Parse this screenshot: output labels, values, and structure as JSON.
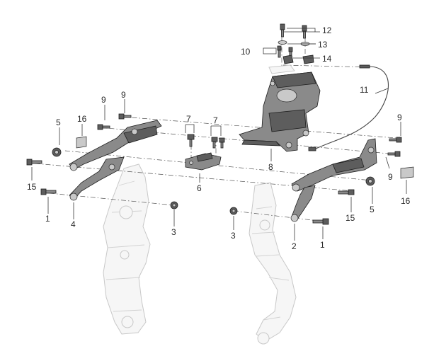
{
  "callouts": [
    {
      "id": "c12",
      "text": "12"
    },
    {
      "id": "c13",
      "text": "13"
    },
    {
      "id": "c10",
      "text": "10"
    },
    {
      "id": "c14",
      "text": "14"
    },
    {
      "id": "c11",
      "text": "11"
    },
    {
      "id": "c9a",
      "text": "9"
    },
    {
      "id": "c9b",
      "text": "9"
    },
    {
      "id": "c16a",
      "text": "16"
    },
    {
      "id": "c5a",
      "text": "5"
    },
    {
      "id": "c7a",
      "text": "7"
    },
    {
      "id": "c7b",
      "text": "7"
    },
    {
      "id": "c9c",
      "text": "9"
    },
    {
      "id": "c15a",
      "text": "15"
    },
    {
      "id": "c8",
      "text": "8"
    },
    {
      "id": "c9d",
      "text": "9"
    },
    {
      "id": "c6",
      "text": "6"
    },
    {
      "id": "c1a",
      "text": "1"
    },
    {
      "id": "c4",
      "text": "4"
    },
    {
      "id": "c3a",
      "text": "3"
    },
    {
      "id": "c16b",
      "text": "16"
    },
    {
      "id": "c5b",
      "text": "5"
    },
    {
      "id": "c15b",
      "text": "15"
    },
    {
      "id": "c3b",
      "text": "3"
    },
    {
      "id": "c2",
      "text": "2"
    },
    {
      "id": "c1b",
      "text": "1"
    }
  ]
}
